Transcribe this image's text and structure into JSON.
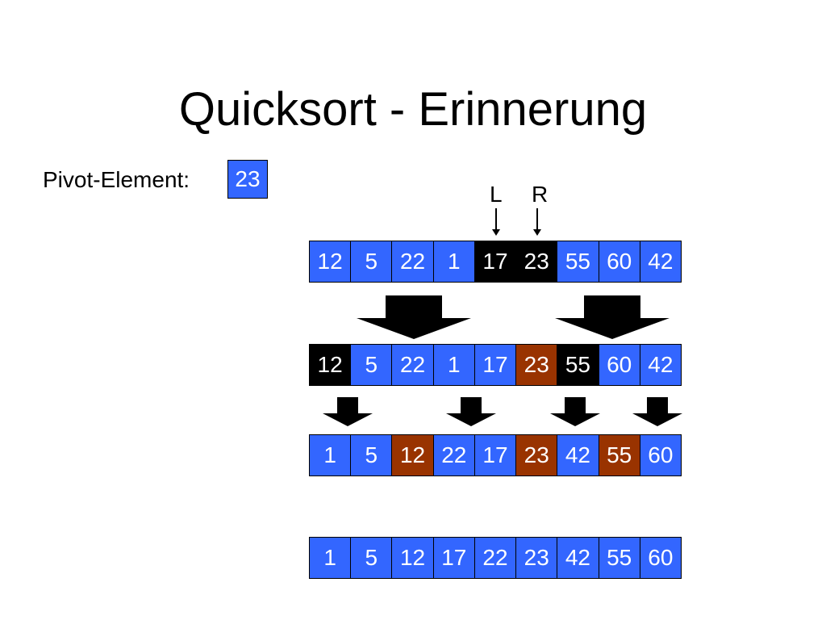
{
  "title": "Quicksort - Erinnerung",
  "pivot": {
    "label": "Pivot-Element:",
    "value": "23",
    "color": "#3366ff"
  },
  "pointers": {
    "left": "L",
    "right": "R"
  },
  "colors": {
    "blue": "#3366ff",
    "black": "#000000",
    "brown": "#993300"
  },
  "rows": [
    {
      "cells": [
        {
          "v": "12",
          "c": "blue"
        },
        {
          "v": "5",
          "c": "blue"
        },
        {
          "v": "22",
          "c": "blue"
        },
        {
          "v": "1",
          "c": "blue"
        },
        {
          "v": "17",
          "c": "black"
        },
        {
          "v": "23",
          "c": "black"
        },
        {
          "v": "55",
          "c": "blue"
        },
        {
          "v": "60",
          "c": "blue"
        },
        {
          "v": "42",
          "c": "blue"
        }
      ]
    },
    {
      "cells": [
        {
          "v": "12",
          "c": "black"
        },
        {
          "v": "5",
          "c": "blue"
        },
        {
          "v": "22",
          "c": "blue"
        },
        {
          "v": "1",
          "c": "blue"
        },
        {
          "v": "17",
          "c": "blue"
        },
        {
          "v": "23",
          "c": "brown"
        },
        {
          "v": "55",
          "c": "black"
        },
        {
          "v": "60",
          "c": "blue"
        },
        {
          "v": "42",
          "c": "blue"
        }
      ]
    },
    {
      "cells": [
        {
          "v": "1",
          "c": "blue"
        },
        {
          "v": "5",
          "c": "blue"
        },
        {
          "v": "12",
          "c": "brown"
        },
        {
          "v": "22",
          "c": "blue"
        },
        {
          "v": "17",
          "c": "blue"
        },
        {
          "v": "23",
          "c": "brown"
        },
        {
          "v": "42",
          "c": "blue"
        },
        {
          "v": "55",
          "c": "brown"
        },
        {
          "v": "60",
          "c": "blue"
        }
      ]
    },
    {
      "cells": [
        {
          "v": "1",
          "c": "blue"
        },
        {
          "v": "5",
          "c": "blue"
        },
        {
          "v": "12",
          "c": "blue"
        },
        {
          "v": "17",
          "c": "blue"
        },
        {
          "v": "22",
          "c": "blue"
        },
        {
          "v": "23",
          "c": "blue"
        },
        {
          "v": "42",
          "c": "blue"
        },
        {
          "v": "55",
          "c": "blue"
        },
        {
          "v": "60",
          "c": "blue"
        }
      ]
    }
  ]
}
